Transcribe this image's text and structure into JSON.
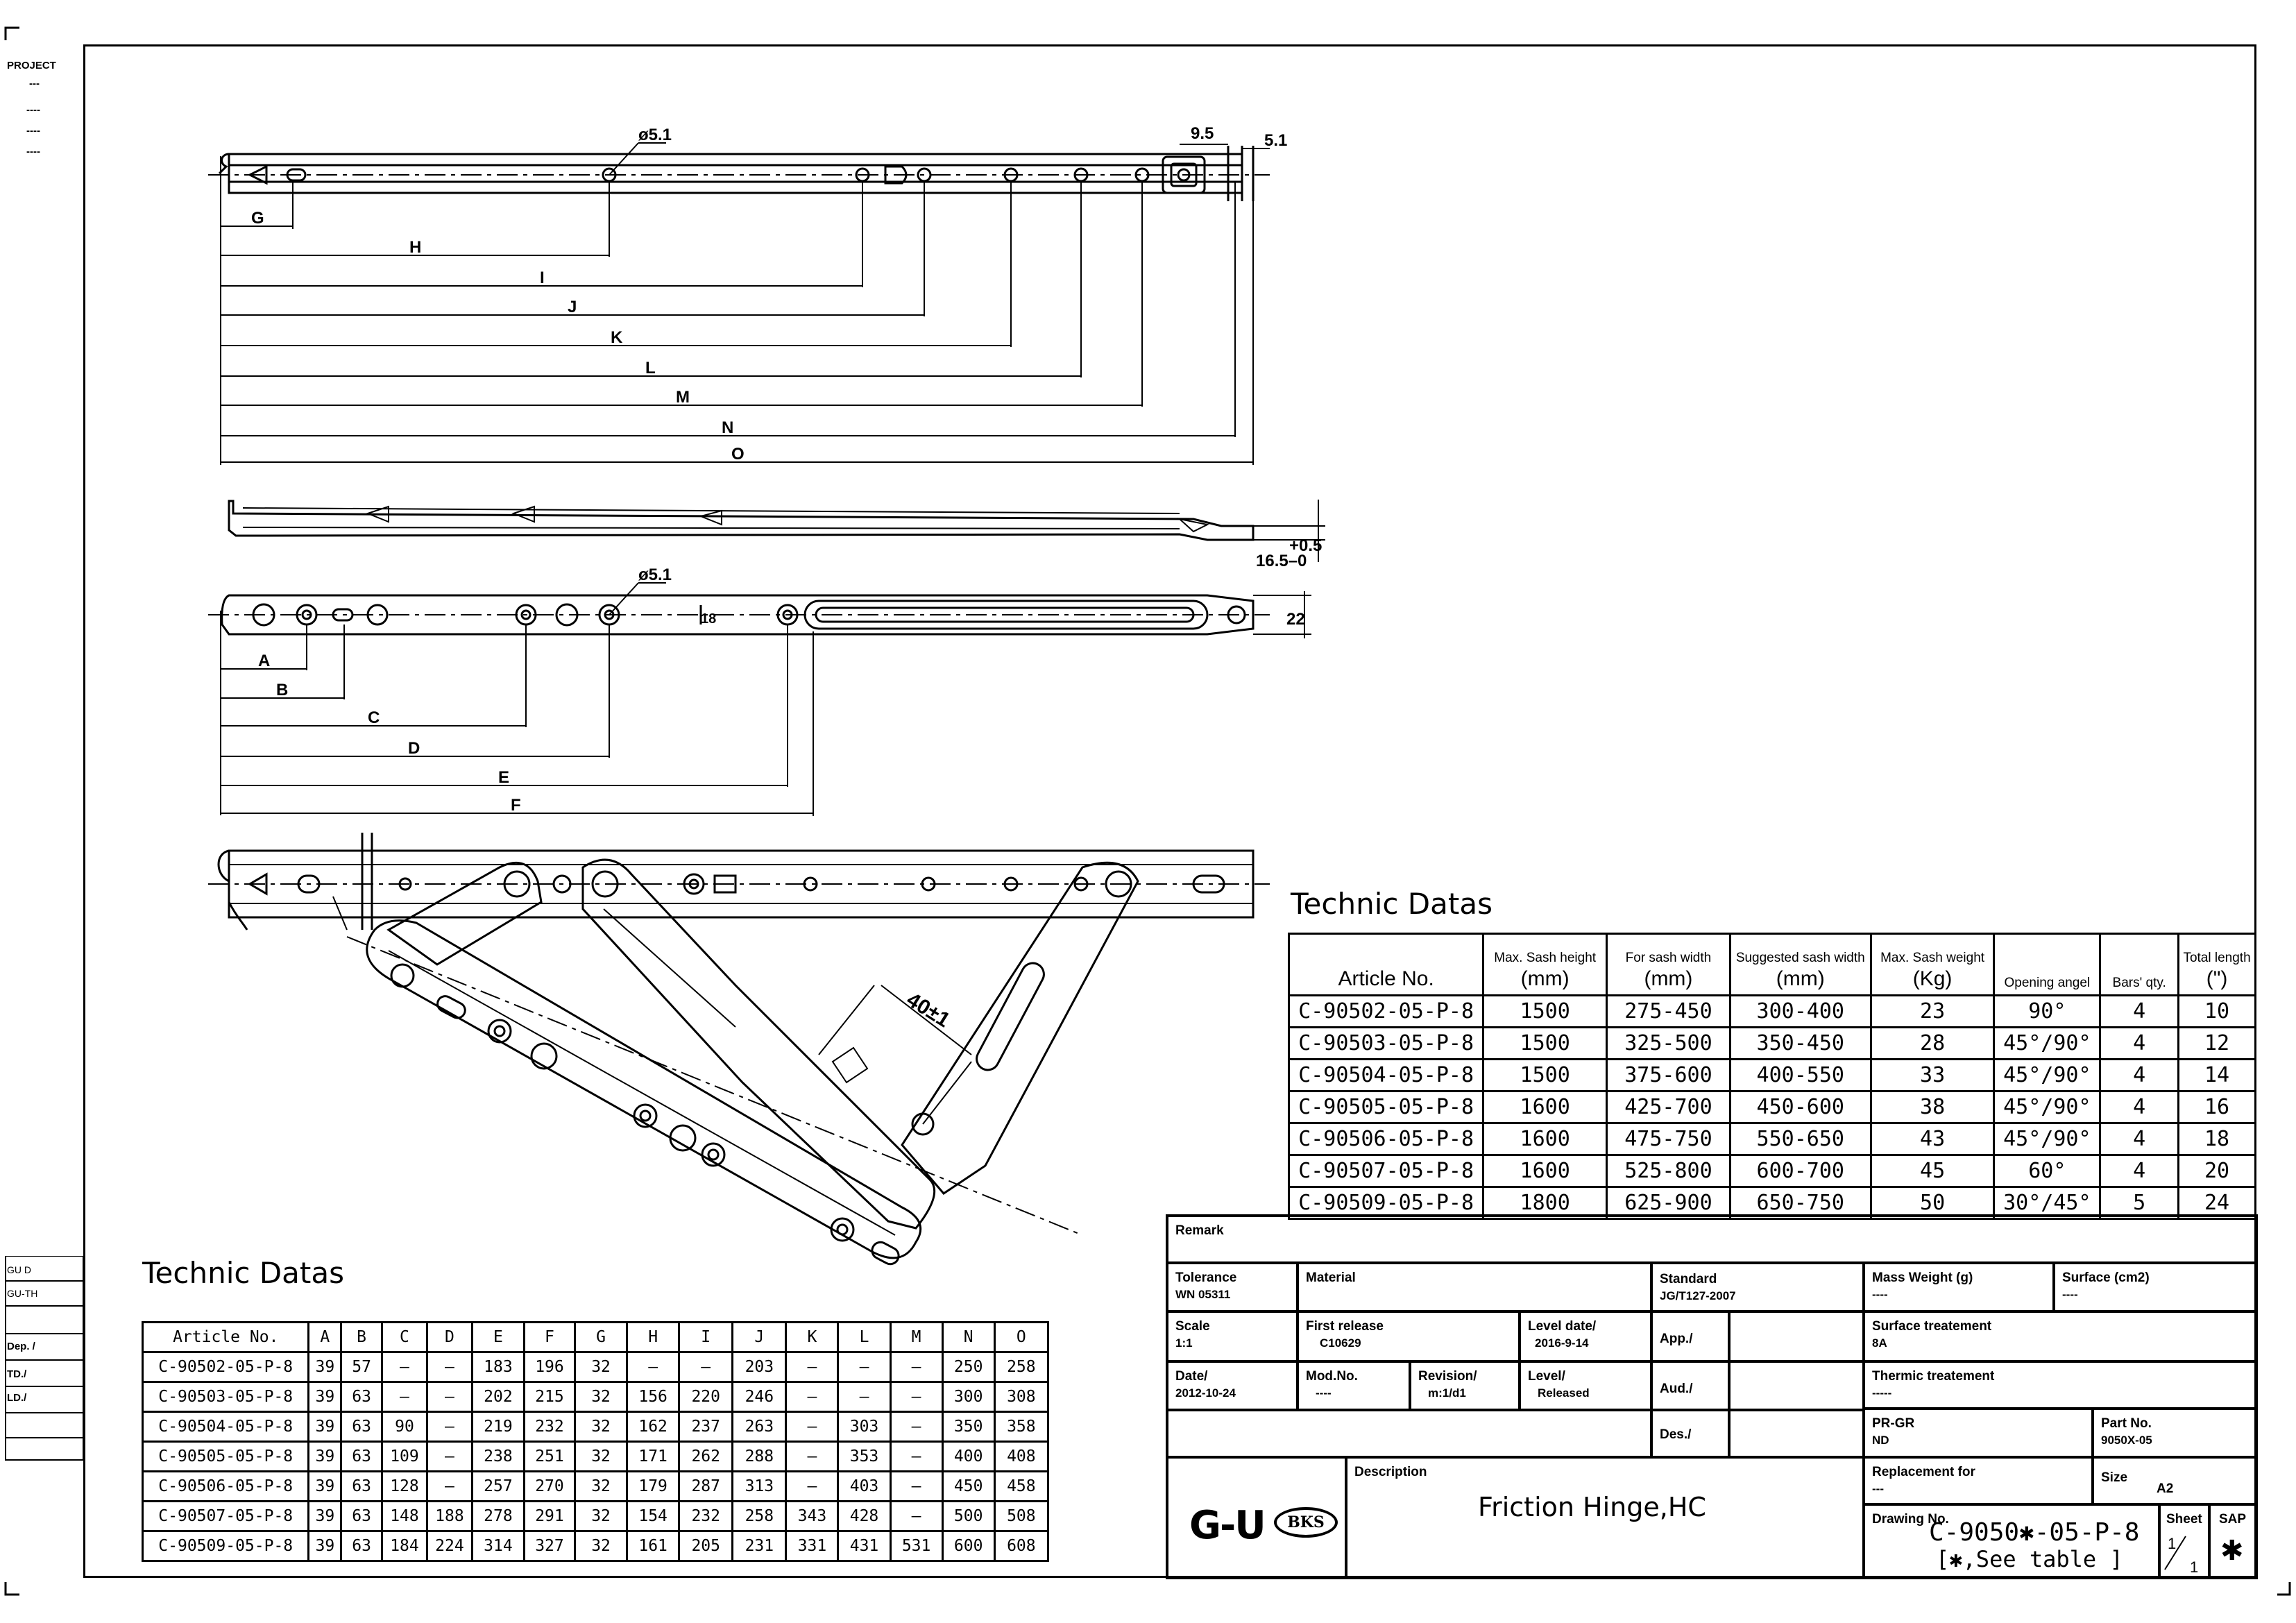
{
  "side_labels": {
    "project": "PROJECT",
    "p1": "---",
    "p2": "----",
    "p3": "----",
    "p4": "----",
    "gu_d": "GU D",
    "gu_th": "GU-TH",
    "dep": "Dep. /",
    "td": "TD./",
    "ld": "LD./"
  },
  "drawing_labels": {
    "phi_top": "ø5.1",
    "dim_95": "9.5",
    "dim_51": "5.1",
    "G": "G",
    "H": "H",
    "I": "I",
    "J": "J",
    "K": "K",
    "L": "L",
    "M": "M",
    "N": "N",
    "O": "O",
    "tol_plus": "+0.5",
    "tol_base": "16.5–0",
    "phi_mid": "ø5.1",
    "dim_18": "18",
    "dim_22": "22",
    "A": "A",
    "B": "B",
    "C": "C",
    "D": "D",
    "E": "E",
    "F": "F",
    "open_dim": "40±1"
  },
  "dim_table": {
    "title": "Technic Datas",
    "headers": [
      "Article No.",
      "A",
      "B",
      "C",
      "D",
      "E",
      "F",
      "G",
      "H",
      "I",
      "J",
      "K",
      "L",
      "M",
      "N",
      "O"
    ],
    "rows": [
      [
        "C-90502-05-P-8",
        "39",
        "57",
        "–",
        "–",
        "183",
        "196",
        "32",
        "—",
        "–",
        "203",
        "–",
        "–",
        "–",
        "250",
        "258"
      ],
      [
        "C-90503-05-P-8",
        "39",
        "63",
        "—",
        "–",
        "202",
        "215",
        "32",
        "156",
        "220",
        "246",
        "–",
        "–",
        "–",
        "300",
        "308"
      ],
      [
        "C-90504-05-P-8",
        "39",
        "63",
        "90",
        "–",
        "219",
        "232",
        "32",
        "162",
        "237",
        "263",
        "–",
        "303",
        "–",
        "350",
        "358"
      ],
      [
        "C-90505-05-P-8",
        "39",
        "63",
        "109",
        "–",
        "238",
        "251",
        "32",
        "171",
        "262",
        "288",
        "–",
        "353",
        "–",
        "400",
        "408"
      ],
      [
        "C-90506-05-P-8",
        "39",
        "63",
        "128",
        "–",
        "257",
        "270",
        "32",
        "179",
        "287",
        "313",
        "–",
        "403",
        "–",
        "450",
        "458"
      ],
      [
        "C-90507-05-P-8",
        "39",
        "63",
        "148",
        "188",
        "278",
        "291",
        "32",
        "154",
        "232",
        "258",
        "343",
        "428",
        "–",
        "500",
        "508"
      ],
      [
        "C-90509-05-P-8",
        "39",
        "63",
        "184",
        "224",
        "314",
        "327",
        "32",
        "161",
        "205",
        "231",
        "331",
        "431",
        "531",
        "600",
        "608"
      ]
    ]
  },
  "tech_table": {
    "title": "Technic Datas",
    "headers": [
      {
        "l1": "",
        "l2": "Article No."
      },
      {
        "l1": "Max. Sash height",
        "l2": "(mm)"
      },
      {
        "l1": "For sash width",
        "l2": "(mm)"
      },
      {
        "l1": "Suggested sash width",
        "l2": "(mm)"
      },
      {
        "l1": "Max. Sash weight",
        "l2": "(Kg)"
      },
      {
        "l1": "Opening angel",
        "l2": ""
      },
      {
        "l1": "Bars' qty.",
        "l2": ""
      },
      {
        "l1": "Total length",
        "l2": "(\")"
      }
    ],
    "rows": [
      [
        "C-90502-05-P-8",
        "1500",
        "275-450",
        "300-400",
        "23",
        "90°",
        "4",
        "10"
      ],
      [
        "C-90503-05-P-8",
        "1500",
        "325-500",
        "350-450",
        "28",
        "45°/90°",
        "4",
        "12"
      ],
      [
        "C-90504-05-P-8",
        "1500",
        "375-600",
        "400-550",
        "33",
        "45°/90°",
        "4",
        "14"
      ],
      [
        "C-90505-05-P-8",
        "1600",
        "425-700",
        "450-600",
        "38",
        "45°/90°",
        "4",
        "16"
      ],
      [
        "C-90506-05-P-8",
        "1600",
        "475-750",
        "550-650",
        "43",
        "45°/90°",
        "4",
        "18"
      ],
      [
        "C-90507-05-P-8",
        "1600",
        "525-800",
        "600-700",
        "45",
        "60°",
        "4",
        "20"
      ],
      [
        "C-90509-05-P-8",
        "1800",
        "625-900",
        "650-750",
        "50",
        "30°/45°",
        "5",
        "24"
      ]
    ]
  },
  "title_block": {
    "remark": "Remark",
    "tolerance_label": "Tolerance",
    "tolerance": "WN 05311",
    "material_label": "Material",
    "standard_label": "Standard",
    "standard": "JG/T127-2007",
    "mass_label": "Mass Weight (g)",
    "mass": "----",
    "surface_label": "Surface (cm2)",
    "surface": "----",
    "scale_label": "Scale",
    "scale": "1:1",
    "first_release_label": "First release",
    "first_release": "C10629",
    "level_date_label": "Level date/",
    "level_date": "2016-9-14",
    "app_label": "App./",
    "surface_treat_label": "Surface treatement",
    "surface_treat": "8A",
    "date_label": "Date/",
    "date": "2012-10-24",
    "mod_label": "Mod.No.",
    "mod": "----",
    "revision_label": "Revision/",
    "revision": "m:1/d1",
    "level_label": "Level/",
    "level": "Released",
    "aud_label": "Aud./",
    "thermic_label": "Thermic treatement",
    "thermic": "-----",
    "prgr_label": "PR-GR",
    "prgr": "ND",
    "part_label": "Part No.",
    "part": "9050X-05",
    "des_label": "Des./",
    "description_label": "Description",
    "description": "Friction Hinge,HC",
    "replacement_label": "Replacement for",
    "replacement": "---",
    "size_label": "Size",
    "size": "A2",
    "drawing_no_label": "Drawing No.",
    "drawing_no": "C-9050✱-05-P-8",
    "drawing_note": "[✱,See table ]",
    "sheet_label": "Sheet",
    "sheet_num": "1",
    "sheet_den": "1",
    "sap_label": "SAP",
    "sap": "✱",
    "logo_gu": "G-U",
    "logo_bks": "BKS"
  }
}
